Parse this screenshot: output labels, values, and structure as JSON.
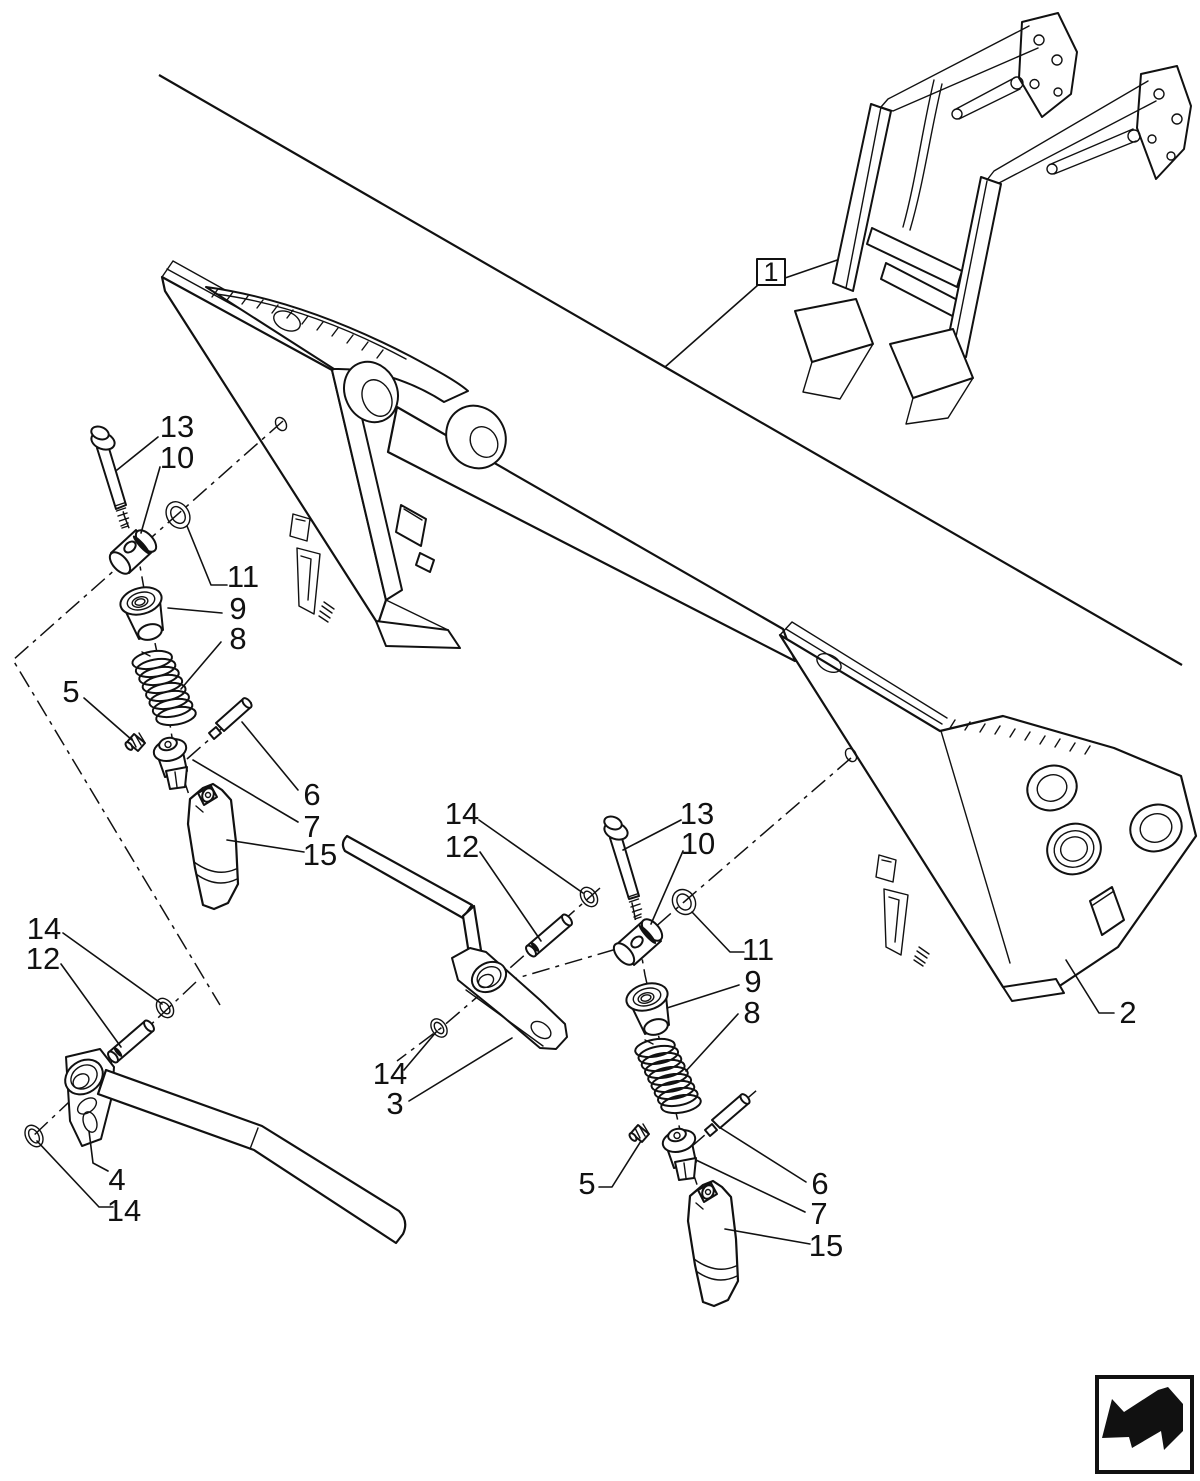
{
  "page": {
    "background": "#ffffff",
    "line_color": "#111111",
    "type": "exploded-parts-diagram"
  },
  "callouts": [
    {
      "id": "ref-1",
      "text": "1"
    },
    {
      "id": "13-left",
      "text": "13"
    },
    {
      "id": "10-left",
      "text": "10"
    },
    {
      "id": "11-left",
      "text": "11"
    },
    {
      "id": "9-left",
      "text": "9"
    },
    {
      "id": "8-left",
      "text": "8"
    },
    {
      "id": "5-left",
      "text": "5"
    },
    {
      "id": "6-left",
      "text": "6"
    },
    {
      "id": "7-left",
      "text": "7"
    },
    {
      "id": "15-left",
      "text": "15"
    },
    {
      "id": "14-lowerleft-a",
      "text": "14"
    },
    {
      "id": "12-lowerleft",
      "text": "12"
    },
    {
      "id": "4",
      "text": "4"
    },
    {
      "id": "14-lowerleft-b",
      "text": "14"
    },
    {
      "id": "14-center",
      "text": "14"
    },
    {
      "id": "12-center",
      "text": "12"
    },
    {
      "id": "13-center",
      "text": "13"
    },
    {
      "id": "10-center",
      "text": "10"
    },
    {
      "id": "11-right",
      "text": "11"
    },
    {
      "id": "9-right",
      "text": "9"
    },
    {
      "id": "8-right",
      "text": "8"
    },
    {
      "id": "14-center-b",
      "text": "14"
    },
    {
      "id": "3",
      "text": "3"
    },
    {
      "id": "5-right",
      "text": "5"
    },
    {
      "id": "6-right",
      "text": "6"
    },
    {
      "id": "7-right",
      "text": "7"
    },
    {
      "id": "15-right",
      "text": "15"
    },
    {
      "id": "2",
      "text": "2"
    }
  ],
  "nav_icon": {
    "name": "return-arrow-icon",
    "color": "#111111"
  }
}
